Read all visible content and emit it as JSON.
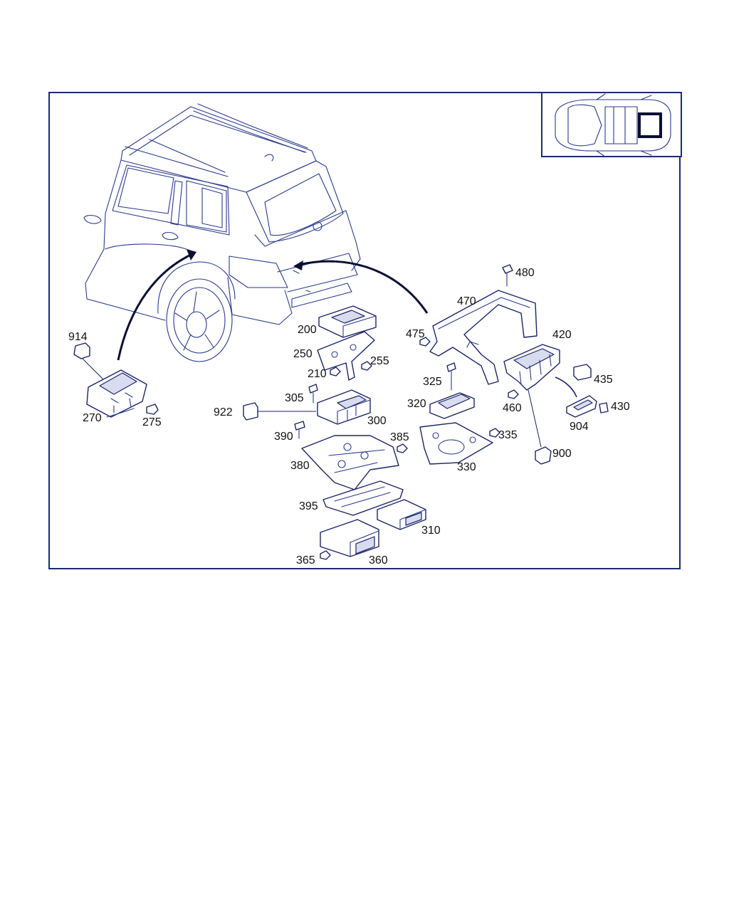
{
  "diagram": {
    "labels": {
      "p914": "914",
      "p270": "270",
      "p275": "275",
      "p200": "200",
      "p250": "250",
      "p210": "210",
      "p255": "255",
      "p305": "305",
      "p922": "922",
      "p300": "300",
      "p390": "390",
      "p385": "385",
      "p380": "380",
      "p395": "395",
      "p310": "310",
      "p365": "365",
      "p360": "360",
      "p480": "480",
      "p470": "470",
      "p475": "475",
      "p420": "420",
      "p325": "325",
      "p435": "435",
      "p460": "460",
      "p320": "320",
      "p430": "430",
      "p904": "904",
      "p335": "335",
      "p900": "900",
      "p330": "330"
    },
    "colors": {
      "line": "#2b3a8c",
      "frame": "#1e2a6e",
      "arrow": "#0a0f33"
    }
  }
}
